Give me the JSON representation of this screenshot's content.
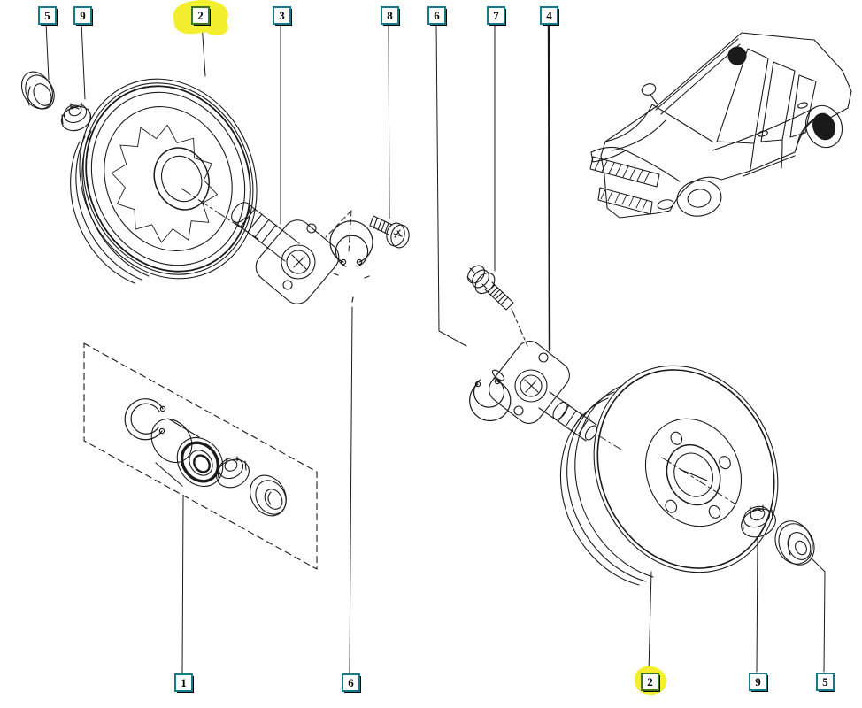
{
  "figure": {
    "kind": "exploded parts diagram",
    "highlight_note": "two callouts for item 2 are marked with yellow highlighter"
  },
  "colors": {
    "background": "#ffffff",
    "line": "#1a1a1a",
    "callout_border": "#17798c",
    "callout_border_highlighted": "#3e7a1d",
    "callout_background": "#ffffff",
    "callout_text": "#000000",
    "highlight": "#f4ef2e"
  },
  "callouts": {
    "top": [
      {
        "label": "5",
        "highlighted": false
      },
      {
        "label": "9",
        "highlighted": false
      },
      {
        "label": "2",
        "highlighted": true
      },
      {
        "label": "3",
        "highlighted": false
      },
      {
        "label": "8",
        "highlighted": false
      },
      {
        "label": "6",
        "highlighted": false
      },
      {
        "label": "7",
        "highlighted": false
      },
      {
        "label": "4",
        "highlighted": false
      }
    ],
    "bottom": [
      {
        "label": "1",
        "highlighted": false
      },
      {
        "label": "6",
        "highlighted": false
      },
      {
        "label": "2",
        "highlighted": true
      },
      {
        "label": "9",
        "highlighted": false
      },
      {
        "label": "5",
        "highlighted": false
      }
    ]
  }
}
